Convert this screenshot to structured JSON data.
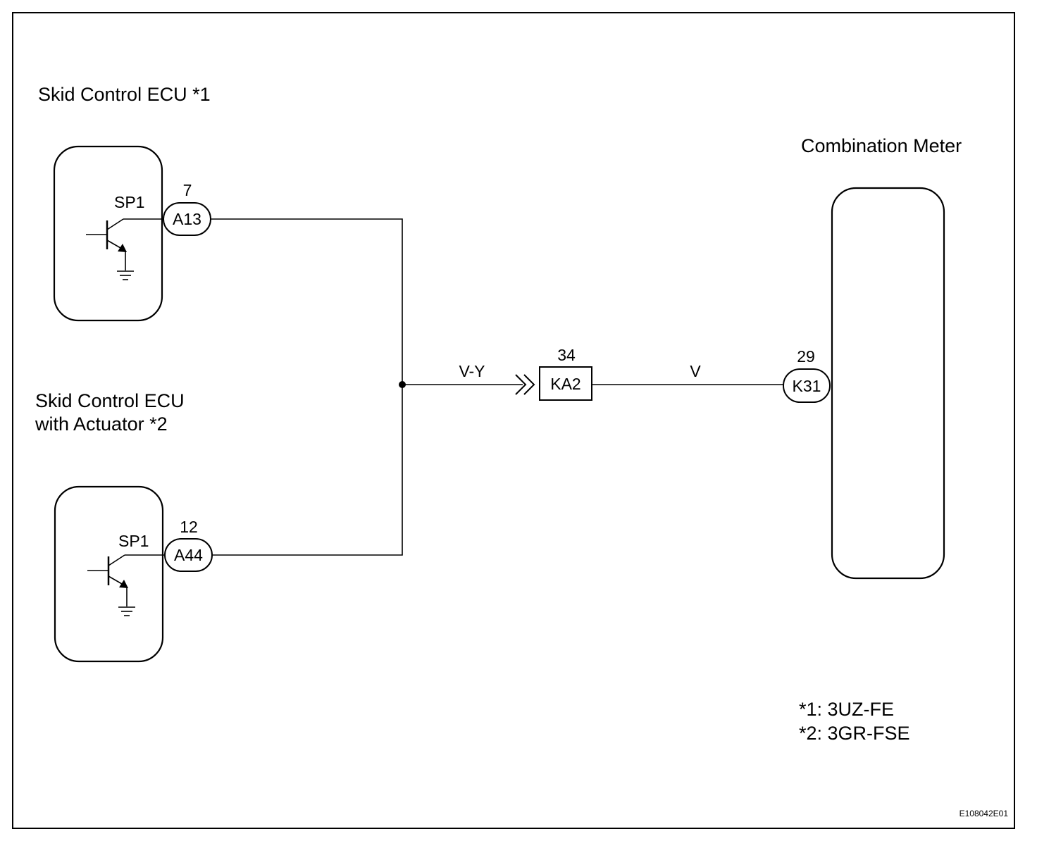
{
  "components": {
    "ecu1": {
      "label": "Skid Control ECU *1",
      "terminal": "SP1",
      "pin": "7",
      "connector": "A13"
    },
    "ecu2": {
      "label_line1": "Skid Control ECU",
      "label_line2": "with Actuator *2",
      "terminal": "SP1",
      "pin": "12",
      "connector": "A44"
    },
    "meter": {
      "label": "Combination Meter",
      "pin": "29",
      "connector": "K31"
    }
  },
  "junction": {
    "pin": "34",
    "connector": "KA2"
  },
  "wires": {
    "ecu_to_junction": "V-Y",
    "junction_to_meter": "V"
  },
  "notes": [
    "*1: 3UZ-FE",
    "*2: 3GR-FSE"
  ],
  "figure_id": "E108042E01"
}
